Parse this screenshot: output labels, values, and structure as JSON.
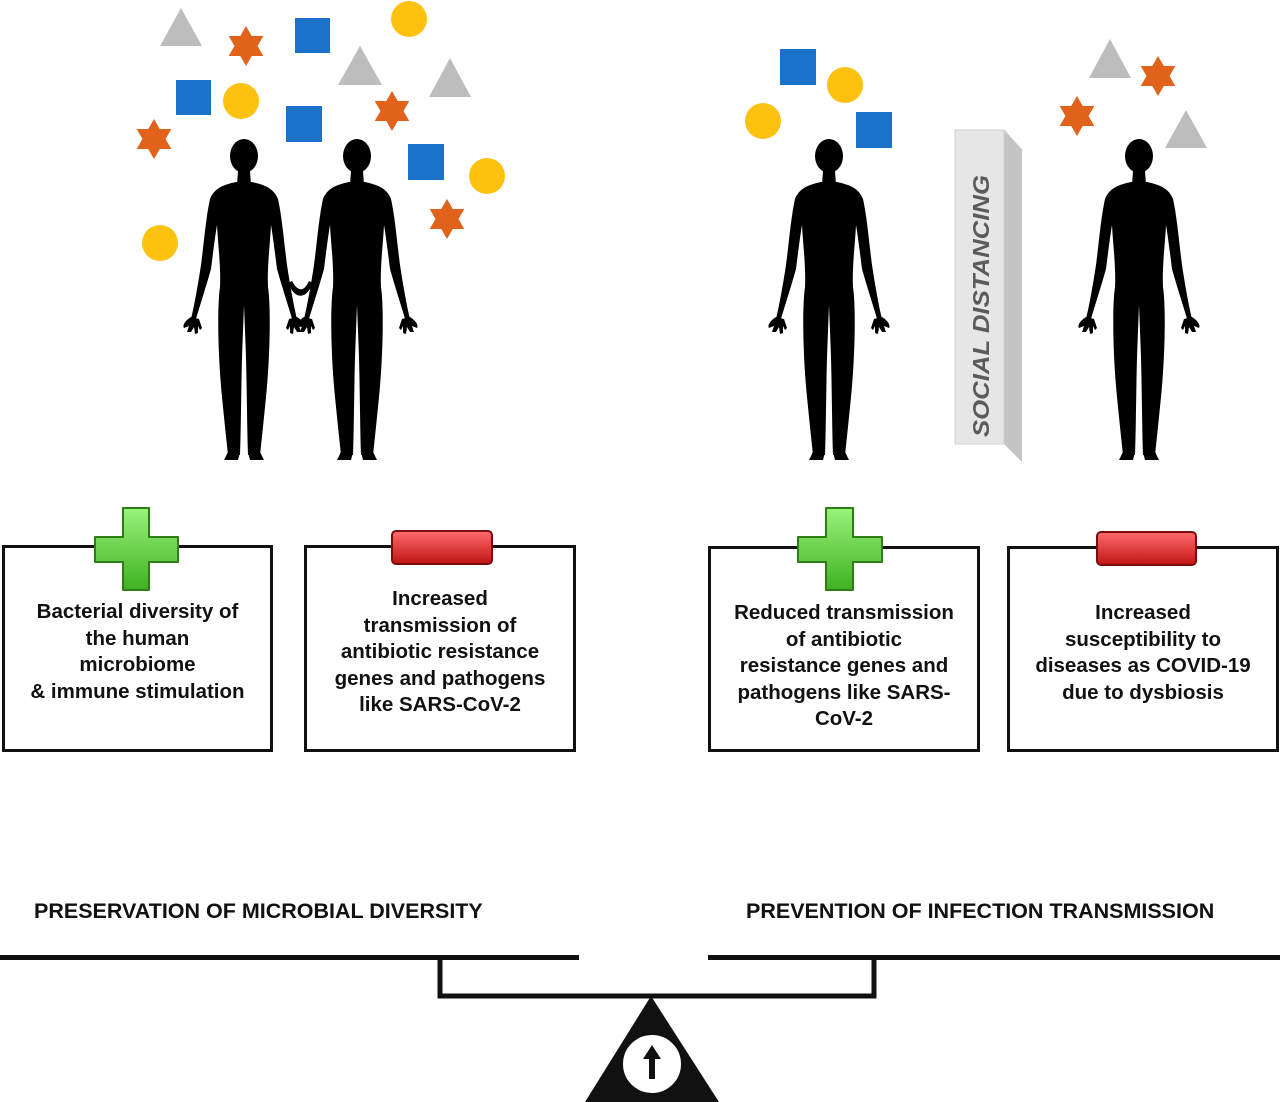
{
  "divider": {
    "label": "SOCIAL DISTANCING"
  },
  "colors": {
    "triangle": "#bdbdbd",
    "star": "#e0621b",
    "square": "#1a73c9",
    "circle": "#fcc20f",
    "plus": "#5fcf3a",
    "minus": "#d62b2b",
    "silhouette": "#000000"
  },
  "cards": [
    {
      "sign": "plus",
      "text_lines": [
        "Bacterial diversity of",
        "the human",
        "microbiome",
        "& immune stimulation"
      ]
    },
    {
      "sign": "minus",
      "text_lines": [
        "Increased",
        "transmission of",
        "antibiotic resistance",
        "genes and pathogens",
        "like SARS-CoV-2"
      ]
    },
    {
      "sign": "plus",
      "text_lines": [
        "Reduced transmission",
        "of antibiotic",
        "resistance genes and",
        "pathogens like SARS-",
        "CoV-2"
      ]
    },
    {
      "sign": "minus",
      "text_lines": [
        "Increased",
        "susceptibility to",
        "diseases as COVID-19",
        "due to dysbiosis"
      ]
    }
  ],
  "scale": {
    "left_label": "PRESERVATION OF MICROBIAL DIVERSITY",
    "right_label": "PREVENTION OF INFECTION TRANSMISSION",
    "fulcrum_icon": "up-arrow-icon"
  }
}
